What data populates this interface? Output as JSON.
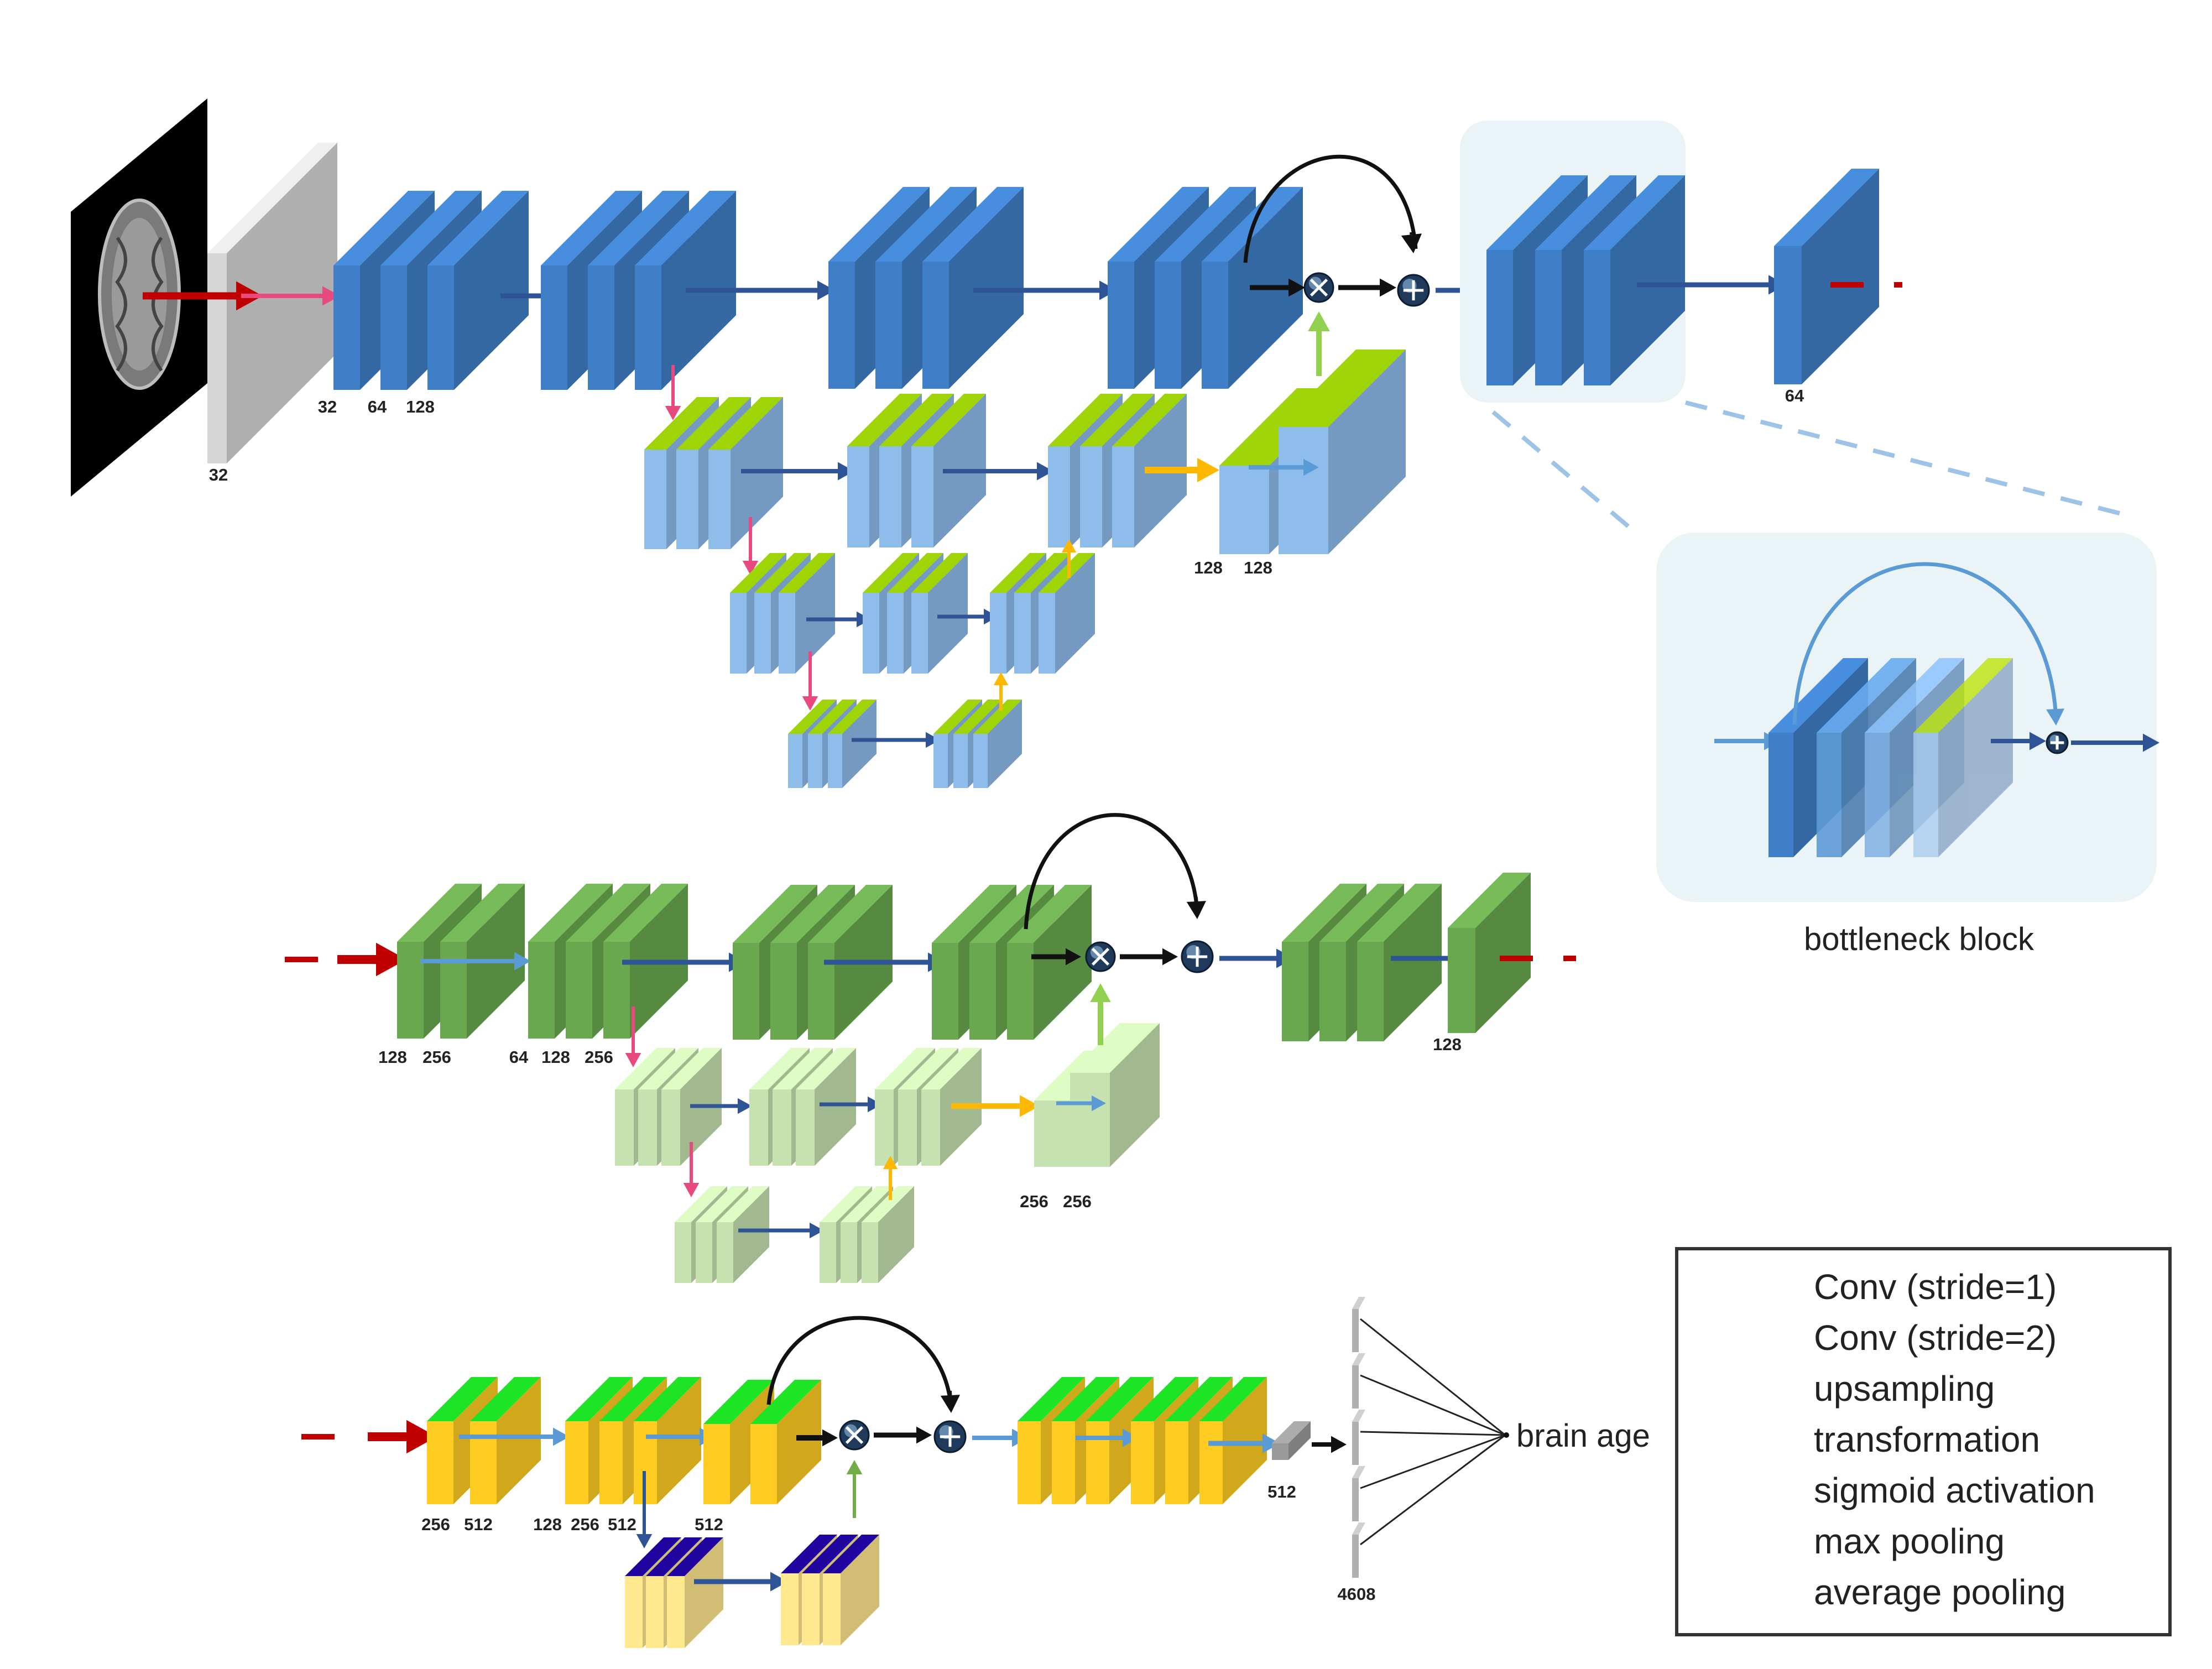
{
  "colors": {
    "blue_dark": "#3f7fc7",
    "blue_light": "#8ebceb",
    "green_dark": "#6aa84f",
    "green_light": "#c6e2b0",
    "yellow_dark": "#ffcc22",
    "yellow_light": "#ffe88e",
    "input_gray": "#d6d6d6",
    "arrow_conv1": "#2f5496",
    "arrow_conv2": "#c00000",
    "arrow_upsample": "#ffb800",
    "arrow_transform": "#111111",
    "arrow_sigmoid": "#92d050",
    "arrow_maxpool": "#e84a7f",
    "arrow_avgpool": "#5b9bd5"
  },
  "row1": {
    "input_label": "32",
    "block1_labels": [
      "32",
      "64",
      "128"
    ],
    "skip_labels": [
      "128",
      "128"
    ],
    "output_label": "64"
  },
  "bottleneck": {
    "caption": "bottleneck block"
  },
  "row2": {
    "block1_labels": [
      "128",
      "256"
    ],
    "block2_labels": [
      "64",
      "128",
      "256"
    ],
    "skip_labels": [
      "256",
      "256"
    ],
    "output_label": "128"
  },
  "row3": {
    "block1_labels": [
      "256",
      "512"
    ],
    "block2_labels": [
      "128",
      "256",
      "512"
    ],
    "block3_label": "512",
    "pool_label": "512",
    "fc_label": "4608",
    "output": "brain age"
  },
  "legend": {
    "items": [
      {
        "label": "Conv (stride=1)",
        "color": "#2f5496"
      },
      {
        "label": "Conv (stride=2)",
        "color": "#c00000"
      },
      {
        "label": "upsampling",
        "color": "#ffb800"
      },
      {
        "label": "transformation",
        "color": "#111111"
      },
      {
        "label": "sigmoid activation",
        "color": "#70ad47"
      },
      {
        "label": "max pooling",
        "color": "#e84a7f"
      },
      {
        "label": "average pooling",
        "color": "#5b9bd5"
      }
    ]
  }
}
